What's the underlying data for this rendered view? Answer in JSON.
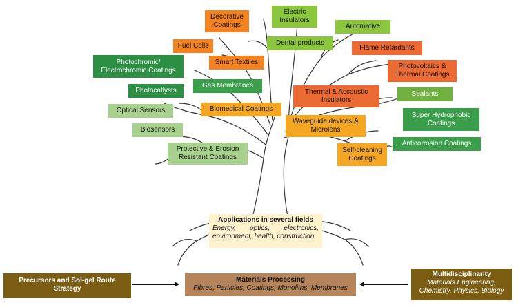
{
  "fields": {
    "decorative_coatings": "Decorative\nCoatings",
    "electric_insulators": "Electric\nInsulators",
    "automotive": "Automative",
    "fuel_cells": "Fuel Cells",
    "dental_products": "Dental products",
    "flame_retardants": "Flame Retardants",
    "photochromic": "Photochromic/\nElectrochromic Coatings",
    "smart_textiles": "Smart Textiles",
    "photovoltaics": "Photovoltaics &\nThermal Coatings",
    "photocatlysts": "Photocatlysts",
    "gas_membranes": "Gas Membranes",
    "thermal_insulators": "Thermal & Accoustic\nInsulators",
    "sealants": "Sealants",
    "optical_sensors": "Optical Sensors",
    "biomedical_coatings": "Biomedical Coatings",
    "super_hydrophobic": "Super Hydrophobic\nCoatings",
    "biosensors": "Biosensors",
    "waveguide": "Waveguide devices &\nMicrolens",
    "protective_coatings": "Protective & Erosion\nResistant Coatings",
    "self_cleaning": "Self-cleaning\nCoatings",
    "anticorrosion": "Anticorrosion Coatings"
  },
  "applications": {
    "title": "Applications in several fields",
    "line1": "Energy, optics, electronics,",
    "line2": "environment, health, construction"
  },
  "processing": {
    "title": "Materials Processing",
    "subtitle": "Fibres, Particles, Coatings, Monoliths, Membranes"
  },
  "precursors": {
    "label": "Precursors and Sol-gel Route\nStrategy"
  },
  "multidisciplinarity": {
    "title": "Multidisciplinarity",
    "line1": "Materials Engineering,",
    "line2": "Chemistry, Physics, Biology"
  },
  "colors": {
    "orange": "#f58220",
    "green": "#3a9e4a",
    "light_green": "#8cc63f",
    "pale_green": "#a9d18e",
    "red_orange": "#ec6a34",
    "amber": "#f5a623",
    "brown": "#7a5c12",
    "tan": "#b5845a",
    "cream": "#fff2cc"
  }
}
